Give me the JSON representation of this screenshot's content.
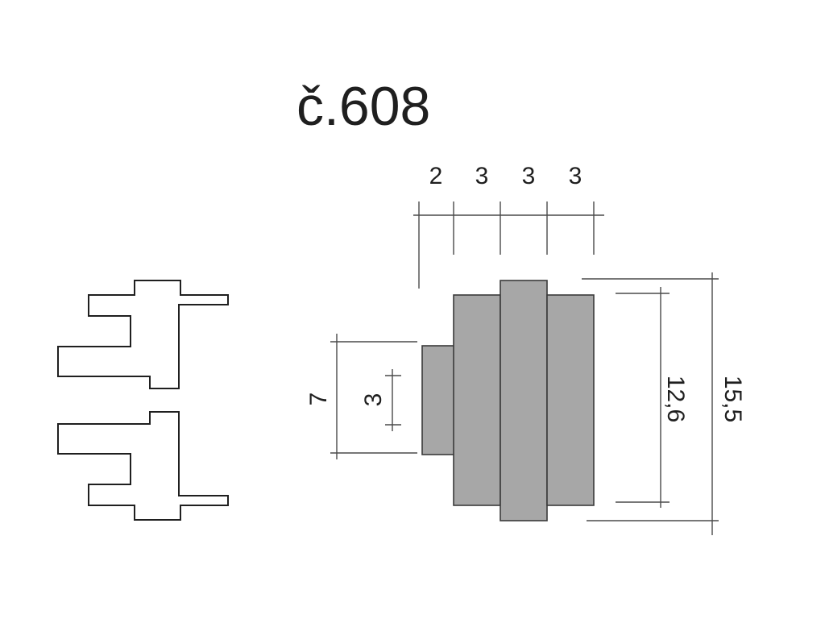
{
  "title": "č.608",
  "profile_block_color": "#a7a7a7",
  "dimensions": {
    "top_widths": [
      "2",
      "3",
      "3",
      "3"
    ],
    "inner_height": "12,6",
    "total_height": "15,5",
    "step_height": "7",
    "small_height": "3"
  },
  "icons": {
    "left_profile": "stepped-profile-outline",
    "right_profile": "stepped-cutter-block"
  }
}
